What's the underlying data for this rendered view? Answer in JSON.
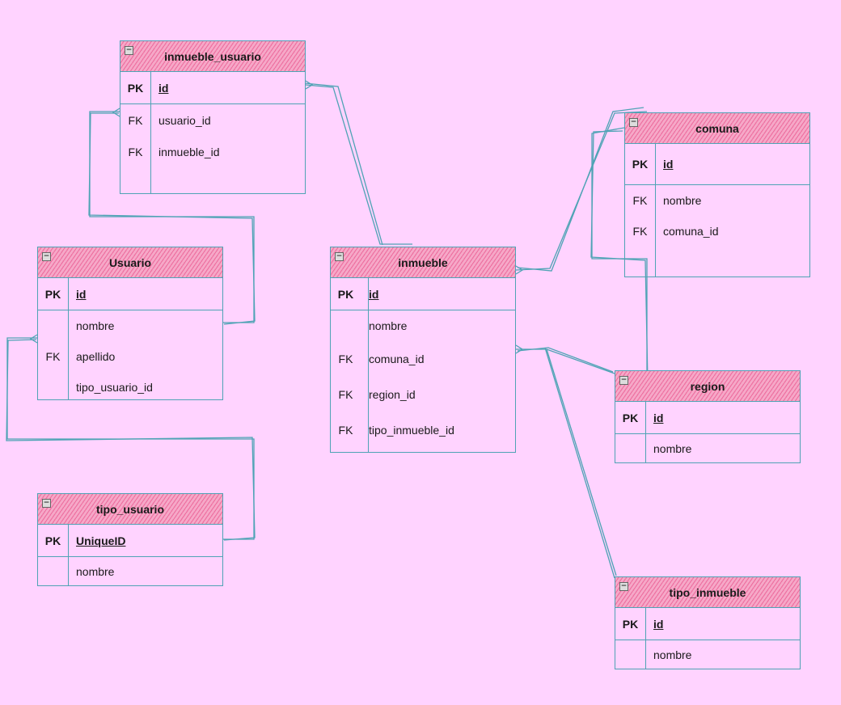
{
  "entities": {
    "inmueble_usuario": {
      "title": "inmueble_usuario",
      "rows": [
        {
          "key": "PK",
          "field": "id"
        },
        {
          "key": "FK",
          "field": "usuario_id"
        },
        {
          "key": "FK",
          "field": "inmueble_id"
        }
      ]
    },
    "usuario": {
      "title": "Usuario",
      "rows": [
        {
          "key": "PK",
          "field": "id"
        },
        {
          "key": "",
          "field": "nombre"
        },
        {
          "key": "FK",
          "field": "apellido"
        },
        {
          "key": "",
          "field": "tipo_usuario_id"
        }
      ]
    },
    "tipo_usuario": {
      "title": "tipo_usuario",
      "rows": [
        {
          "key": "PK",
          "field": "UniqueID"
        },
        {
          "key": "",
          "field": "nombre"
        }
      ]
    },
    "inmueble": {
      "title": "inmueble",
      "rows": [
        {
          "key": "PK",
          "field": "id"
        },
        {
          "key": "",
          "field": "nombre"
        },
        {
          "key": "FK",
          "field": "comuna_id"
        },
        {
          "key": "FK",
          "field": "region_id"
        },
        {
          "key": "FK",
          "field": "tipo_inmueble_id"
        }
      ]
    },
    "comuna": {
      "title": "comuna",
      "rows": [
        {
          "key": "PK",
          "field": "id"
        },
        {
          "key": "FK",
          "field": "nombre"
        },
        {
          "key": "FK",
          "field": "comuna_id"
        }
      ]
    },
    "region": {
      "title": "region",
      "rows": [
        {
          "key": "PK",
          "field": "id"
        },
        {
          "key": "",
          "field": "nombre"
        }
      ]
    },
    "tipo_inmueble": {
      "title": "tipo_inmueble",
      "rows": [
        {
          "key": "PK",
          "field": "id"
        },
        {
          "key": "",
          "field": "nombre"
        }
      ]
    }
  },
  "colors": {
    "background": "#FFD3FF",
    "stroke": "#4FA3B5",
    "header_fill": "#F6A8C8",
    "header_hatch": "#E64682"
  }
}
